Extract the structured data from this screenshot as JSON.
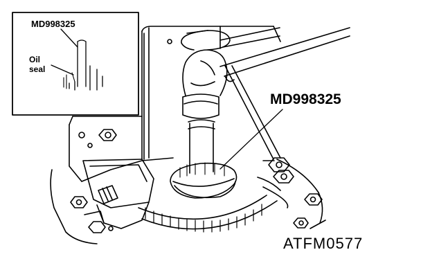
{
  "inset": {
    "part_label": "MD998325",
    "oil_seal_line1": "Oil",
    "oil_seal_line2": "seal"
  },
  "main": {
    "part_label": "MD998325"
  },
  "figure_code": "ATFM0577"
}
